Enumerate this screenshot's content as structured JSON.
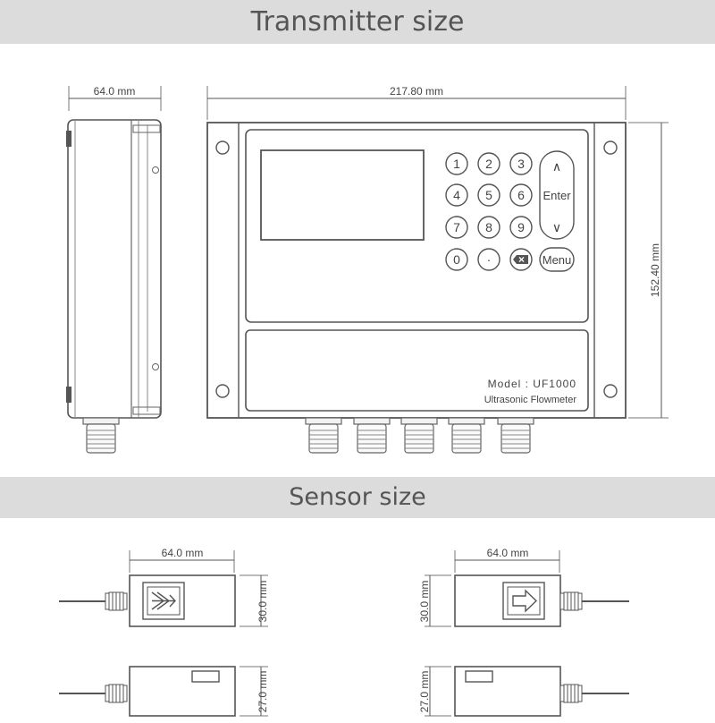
{
  "headings": {
    "transmitter": "Transmitter size",
    "sensor": "Sensor size"
  },
  "transmitter": {
    "dims": {
      "side_width": "64.0 mm",
      "front_width": "217.80 mm",
      "front_height": "152.40 mm"
    },
    "keypad": {
      "keys": [
        "1",
        "2",
        "3",
        "4",
        "5",
        "6",
        "7",
        "8",
        "9",
        "0",
        "·"
      ],
      "up": "∧",
      "enter": "Enter",
      "down": "∨",
      "menu": "Menu",
      "backspace_icon": "backspace-icon"
    },
    "model_label": "Model : UF1000",
    "product_label": "Ultrasonic Flowmeter"
  },
  "sensor": {
    "width": "64.0 mm",
    "top_height": "30.0 mm",
    "side_height": "27.0 mm",
    "left_icon": "arrow-flow-icon",
    "right_icon": "arrow-right-icon"
  },
  "colors": {
    "line": "#555555",
    "banner": "#dcdcdc"
  }
}
